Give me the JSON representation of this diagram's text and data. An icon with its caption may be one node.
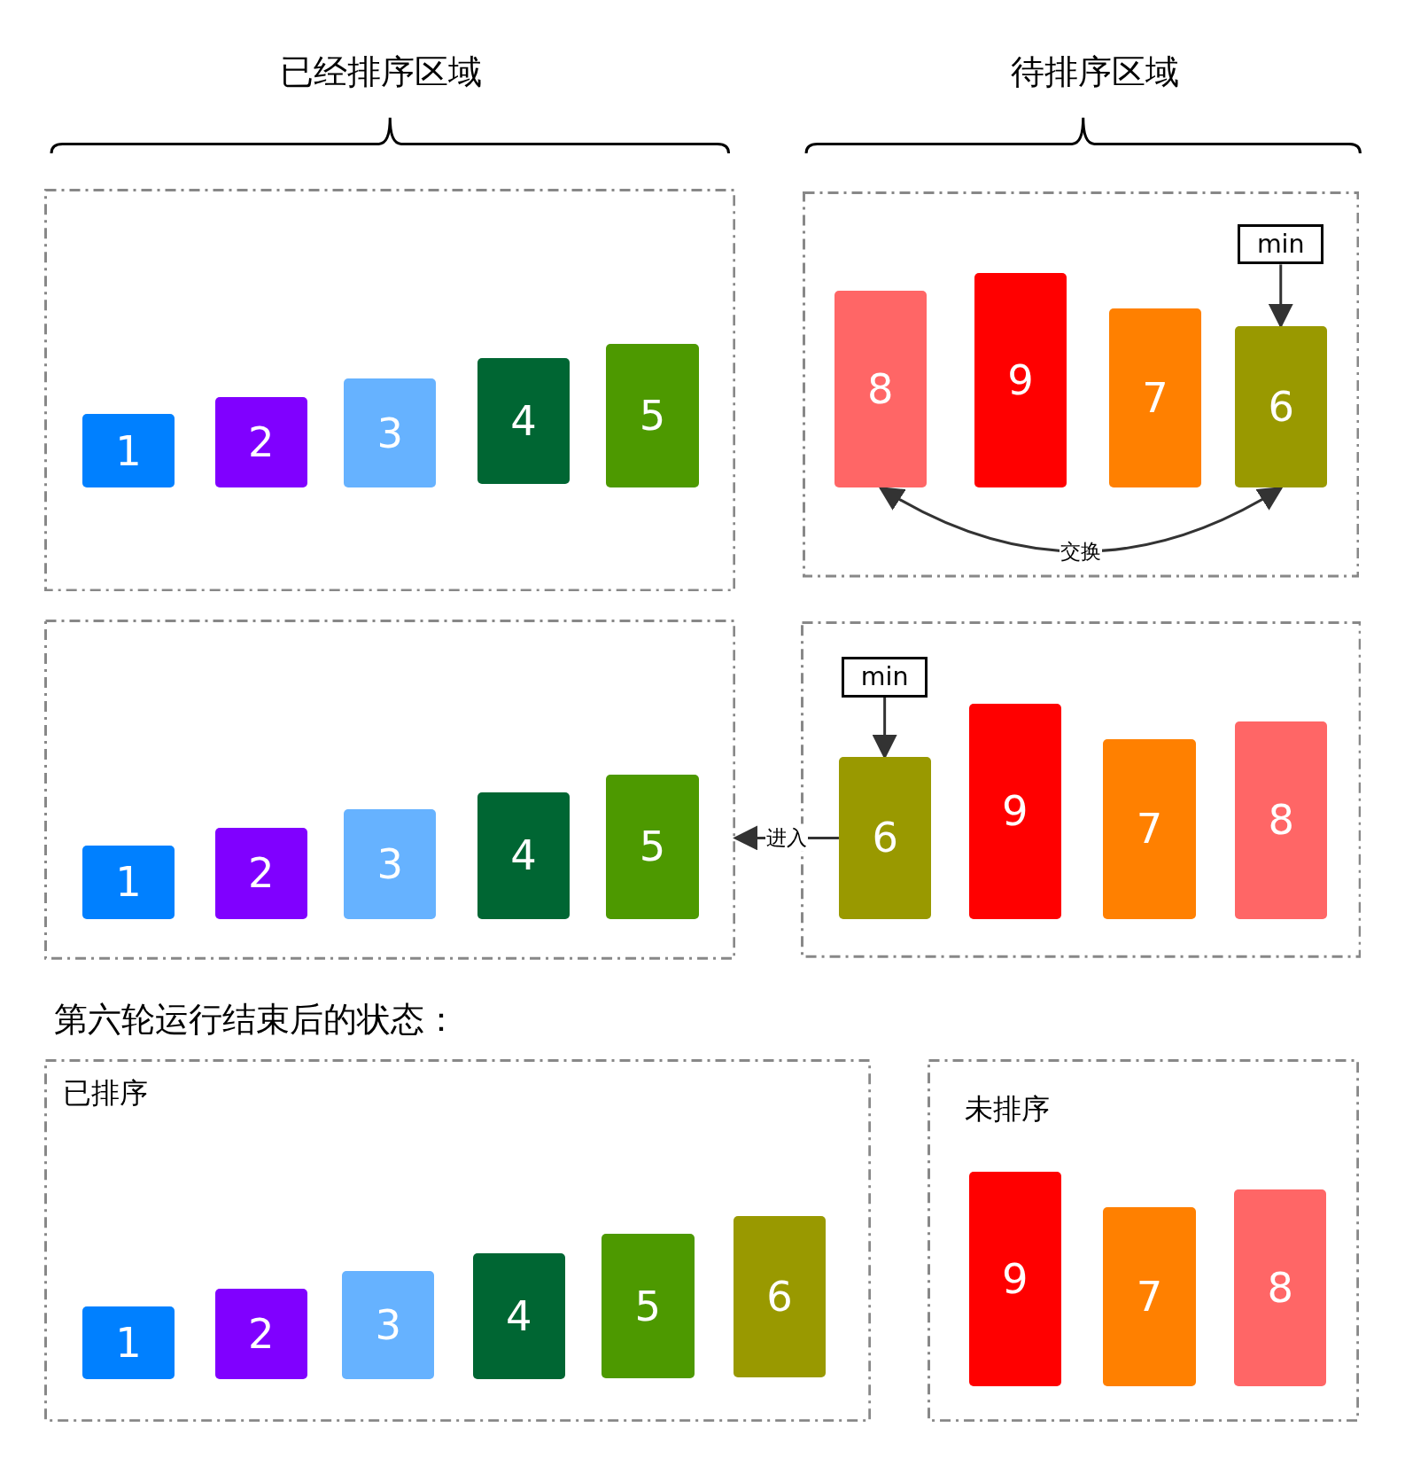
{
  "diagram": {
    "nodes": [
      {
        "text": [],
        "shape": "box"
      },
      {
        "text": [
          "1"
        ],
        "in": 0
      },
      {
        "text": [
          "2"
        ],
        "in": 0
      },
      {
        "text": [
          "3"
        ],
        "in": 0
      },
      {
        "text": [
          "4"
        ],
        "in": 0
      },
      {
        "text": [
          "5"
        ],
        "in": 0
      },
      {
        "text": [],
        "shape": "box"
      },
      {
        "text": [
          "min"
        ],
        "in": 6
      },
      {
        "text": [
          "8"
        ],
        "in": 6
      },
      {
        "text": [
          "9"
        ],
        "in": 6
      },
      {
        "text": [
          "7"
        ],
        "in": 6
      },
      {
        "text": [
          "6"
        ],
        "in": 6
      },
      {
        "text": [],
        "shape": "box"
      },
      {
        "text": [
          "1"
        ],
        "in": 12
      },
      {
        "text": [
          "2"
        ],
        "in": 12
      },
      {
        "text": [
          "3"
        ],
        "in": 12
      },
      {
        "text": [
          "4"
        ],
        "in": 12
      },
      {
        "text": [
          "5"
        ],
        "in": 12
      },
      {
        "text": [],
        "shape": "box"
      },
      {
        "text": [
          "min"
        ],
        "in": 18
      },
      {
        "text": [
          "6"
        ],
        "in": 18
      },
      {
        "text": [
          "9"
        ],
        "in": 18
      },
      {
        "text": [
          "7"
        ],
        "in": 18
      },
      {
        "text": [
          "8"
        ],
        "in": 18
      },
      {
        "text": [
          "已排序"
        ]
      },
      {
        "text": [
          "1"
        ],
        "in": 24
      },
      {
        "text": [
          "2"
        ],
        "in": 24
      },
      {
        "text": [
          "3"
        ],
        "in": 24
      },
      {
        "text": [
          "4"
        ],
        "in": 24
      },
      {
        "text": [
          "5"
        ],
        "in": 24
      },
      {
        "text": [
          "6"
        ],
        "in": 24
      },
      {
        "text": [
          "未排序"
        ]
      },
      {
        "text": [
          "9"
        ],
        "in": 31
      },
      {
        "text": [
          "7"
        ],
        "in": 31
      },
      {
        "text": [
          "8"
        ],
        "in": 31
      }
    ],
    "edges": [
      {
        "from": 7,
        "to": 11,
        "arrow": "to"
      },
      {
        "from": 8,
        "to": 11,
        "arrow": "both",
        "label": "交换"
      },
      {
        "from": 19,
        "to": 20,
        "arrow": "to"
      },
      {
        "from": 20,
        "to": 12,
        "arrow": "to",
        "label": "进入"
      }
    ],
    "labels": [
      "已经排序区域",
      "待排序区域",
      "第六轮运行结束后的状态："
    ]
  }
}
